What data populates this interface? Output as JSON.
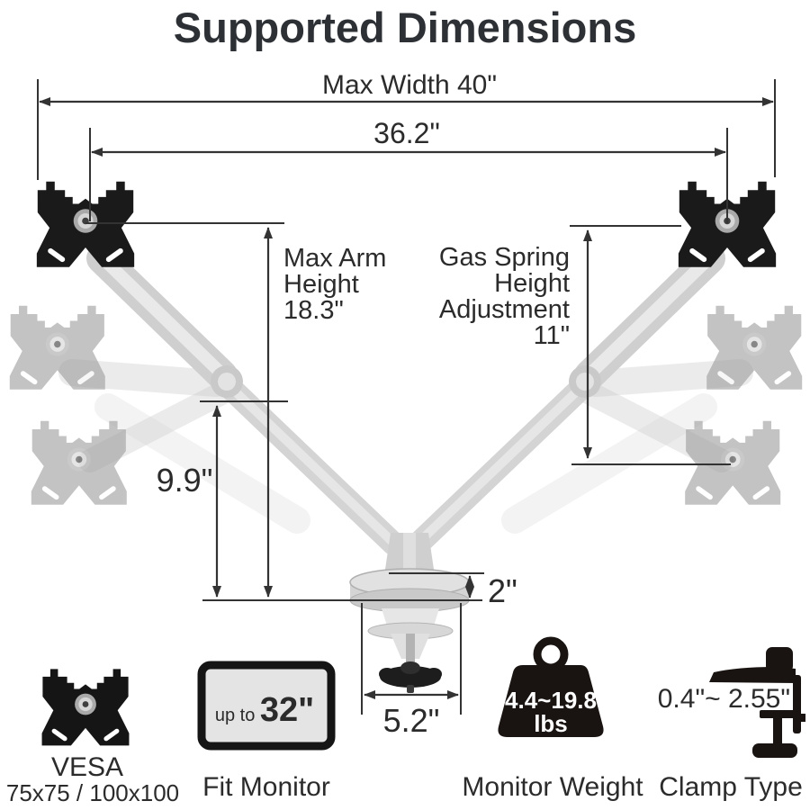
{
  "title": "Supported Dimensions",
  "diagram": {
    "max_width": "Max Width 40\"",
    "arm_span": "36.2\"",
    "max_arm_height_lines": [
      "Max Arm",
      "Height",
      "18.3\""
    ],
    "gas_spring_lines": [
      "Gas Spring",
      "Height",
      "Adjustment",
      "11\""
    ],
    "arm_joint_height": "9.9\"",
    "base_thickness": "2\"",
    "base_width": "5.2\""
  },
  "features": {
    "vesa": {
      "label": "VESA",
      "sublabel": "75x75 / 100x100",
      "icon": "vesa-plate-icon"
    },
    "fit_monitor": {
      "label": "Fit Monitor",
      "badge_prefix": "up to ",
      "badge_value": "32\"",
      "icon": "monitor-icon"
    },
    "monitor_weight": {
      "label": "Monitor Weight",
      "range": "4.4~19.8",
      "unit": "lbs",
      "icon": "weight-icon"
    },
    "clamp_type": {
      "label": "Clamp Type",
      "range": "0.4\"~ 2.55\"",
      "icon": "clamp-icon"
    }
  },
  "colors": {
    "text": "#2d3136",
    "dimension_line": "#333333",
    "arm_silver": "#d6d6d6",
    "plate_black": "#1a1a1a",
    "plate_ghost": "#9f9f9f",
    "icon_black": "#191411",
    "monitor_screen": "#e4e4e4"
  }
}
